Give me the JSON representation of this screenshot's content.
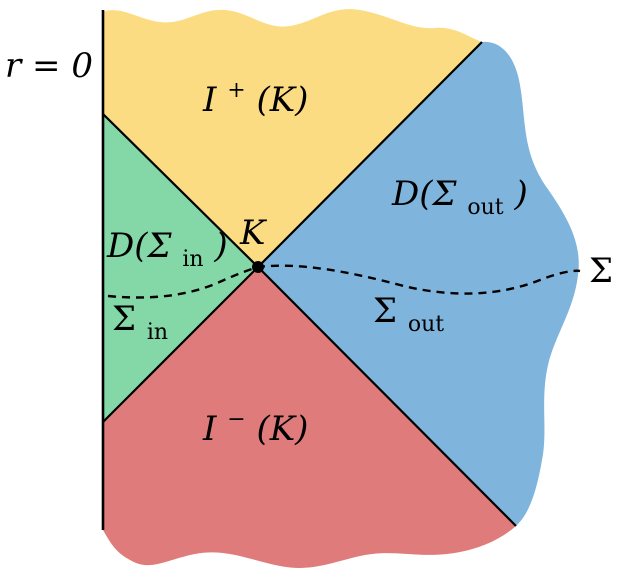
{
  "regions": {
    "future": {
      "symbol": "I",
      "superscript": "+",
      "argument": "(K)",
      "color": "#fcdc82"
    },
    "past": {
      "symbol": "I",
      "superscript": "−",
      "argument": "(K)",
      "color": "#e07b7b"
    },
    "inner_domain": {
      "symbol": "D(Σ",
      "subscript": "in",
      "closing": ")",
      "color": "#84d7a7"
    },
    "outer_domain": {
      "symbol": "D(Σ",
      "subscript": "out",
      "closing": ")",
      "color": "#7fb4dc"
    }
  },
  "labels": {
    "center": "r = 0",
    "point": "K",
    "sigma_in_base": "Σ",
    "sigma_in_sub": "in",
    "sigma_out_base": "Σ",
    "sigma_out_sub": "out",
    "surface": "Σ"
  },
  "colors": {
    "line": "#000000",
    "point": "#000000"
  }
}
